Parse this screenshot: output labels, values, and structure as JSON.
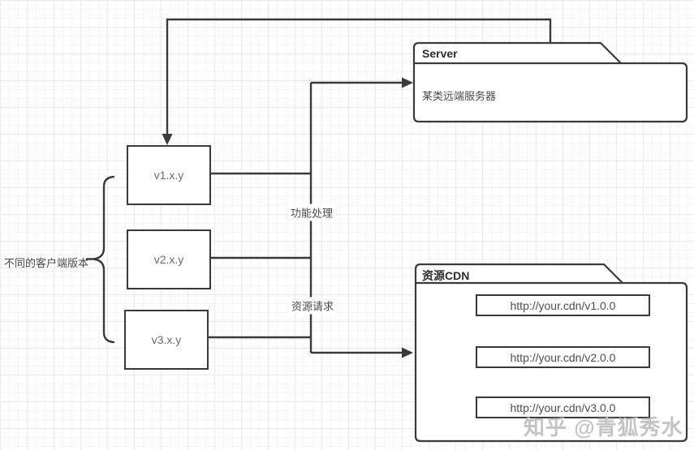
{
  "diagram": {
    "left_group": {
      "brace_label": "不同的客户端版本",
      "versions": [
        {
          "label": "v1.x.y"
        },
        {
          "label": "v2.x.y"
        },
        {
          "label": "v3.x.y"
        }
      ]
    },
    "edge_labels": {
      "function": "功能处理",
      "resource": "资源请求"
    },
    "server": {
      "title": "Server",
      "body": "某类远端服务器"
    },
    "cdn": {
      "title": "资源CDN",
      "urls": [
        {
          "label": "http://your.cdn/v1.0.0"
        },
        {
          "label": "http://your.cdn/v2.0.0"
        },
        {
          "label": "http://your.cdn/v3.0.0"
        }
      ]
    },
    "watermark": "知乎 @青狐秀水",
    "colors": {
      "line": "#3a3a3a",
      "shape_fill": "#ffffff",
      "version_text": "#696969",
      "label_text": "#4a4a4a",
      "watermark_text": "#949494"
    }
  }
}
